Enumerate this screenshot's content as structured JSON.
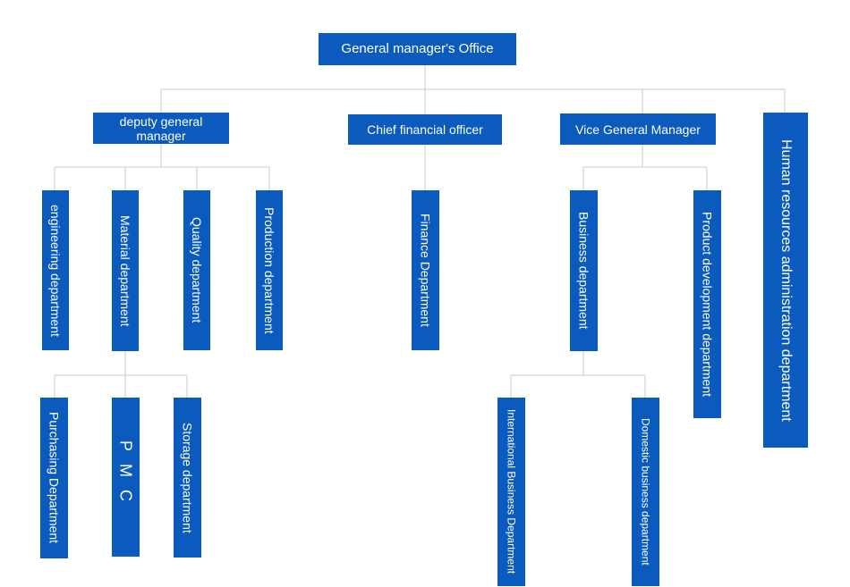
{
  "root": "General manager's Office",
  "level1": {
    "deputy": "deputy general manager",
    "cfo": "Chief financial officer",
    "vice": "Vice General Manager",
    "hr": "Human resources administration department"
  },
  "deputy_children": {
    "engineering": "engineering department",
    "material": "Material department",
    "quality": "Quality department",
    "production": "Production department"
  },
  "material_children": {
    "purchasing": "Purchasing Department",
    "pmc": "PMC",
    "storage": "Storage department"
  },
  "cfo_children": {
    "finance": "Finance Department"
  },
  "vice_children": {
    "business": "Business department",
    "product_dev": "Product development department"
  },
  "business_children": {
    "international": "International Business Department",
    "domestic": "Domestic business department"
  },
  "colors": {
    "box": "#0a5bbd",
    "text": "#ffffff",
    "connector": "#c9c9c9"
  }
}
